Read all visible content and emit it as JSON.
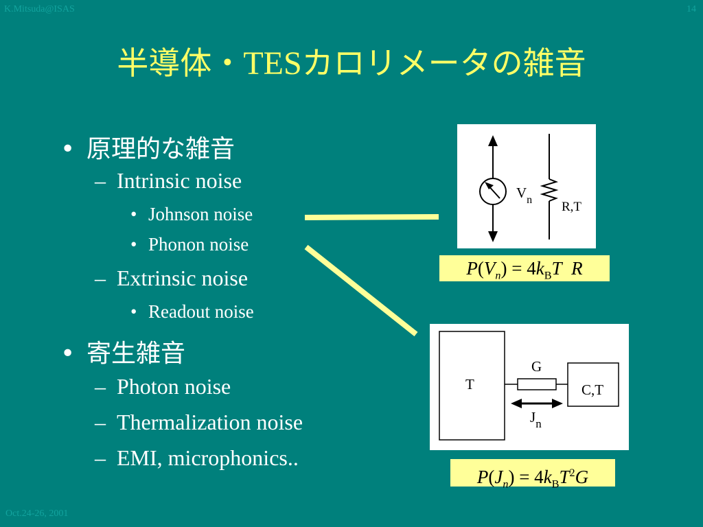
{
  "header": {
    "author": "K.Mitsuda@ISAS",
    "page_number": "14",
    "footer_date": "Oct.24-26, 2001"
  },
  "title": {
    "prefix": "半導体・",
    "latin": "TES",
    "suffix": "カロリメータの雑音"
  },
  "bullets": {
    "b1": "原理的な雑音",
    "b1_1": "Intrinsic noise",
    "b1_1_1": "Johnson noise",
    "b1_1_2": "Phonon noise",
    "b1_2": "Extrinsic noise",
    "b1_2_1": "Readout noise",
    "b2": "寄生雑音",
    "b2_1": "Photon noise",
    "b2_2": "Thermalization noise",
    "b2_3": "EMI, microphonics.."
  },
  "symbols": {
    "bullet": "•",
    "dash": "–"
  },
  "johnson_circuit": {
    "v_label": "V",
    "v_sub": "n",
    "resistor_label": "R,T"
  },
  "thermal_circuit": {
    "bath_label": "T",
    "link_label": "G",
    "absorber_label": "C,T",
    "flow_label": "J",
    "flow_sub": "n"
  },
  "formula_johnson": {
    "P": "P",
    "V": "V",
    "n": "n",
    "eq": ") = 4",
    "k": "k",
    "B": "B",
    "T": "T",
    "R": "R"
  },
  "formula_phonon": {
    "P": "P",
    "J": "J",
    "n": "n",
    "eq": ") = 4",
    "k": "k",
    "B": "B",
    "T": "T",
    "exp": "2",
    "G": "G"
  },
  "colors": {
    "background": "#00807c",
    "title": "#ffff66",
    "text": "#ffffff",
    "connector": "#ffff99",
    "formula_bg": "#ffff99",
    "corner_text": "#12a39e"
  }
}
